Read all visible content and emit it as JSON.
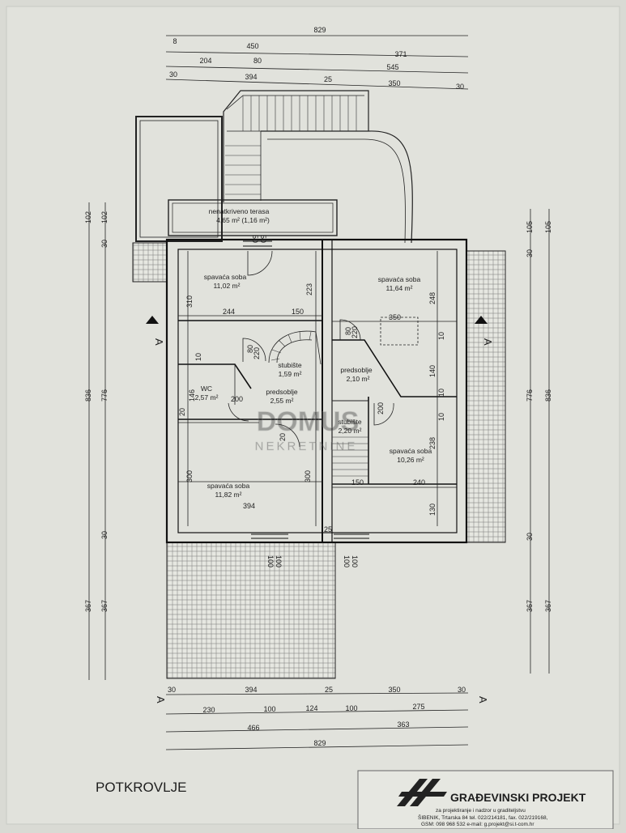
{
  "drawing": {
    "floor_name": "POTKROVLJE",
    "watermark": {
      "line1": "DOMUS",
      "line2": "NEKRETNINE"
    }
  },
  "dimensions": {
    "top": {
      "total": "829",
      "r1": [
        "8",
        "450",
        "371"
      ],
      "r2": [
        "204",
        "80",
        "545"
      ],
      "r3": [
        "30",
        "394",
        "25",
        "350",
        "30"
      ]
    },
    "bottom": {
      "r1": [
        "30",
        "394",
        "25",
        "350",
        "30"
      ],
      "r2": [
        "230",
        "100",
        "124",
        "100",
        "275"
      ],
      "r3": [
        "466",
        "363"
      ],
      "total": "829"
    },
    "left": [
      "102",
      "102",
      "30",
      "836",
      "776",
      "30",
      "367",
      "367"
    ],
    "right": [
      "105",
      "105",
      "30",
      "776",
      "836",
      "30",
      "367",
      "367"
    ],
    "inner": [
      "310",
      "244",
      "150",
      "223",
      "350",
      "248",
      "80",
      "220",
      "10",
      "80",
      "220",
      "146",
      "10",
      "140",
      "10",
      "200",
      "20",
      "200",
      "238",
      "10",
      "20",
      "150",
      "240",
      "300",
      "300",
      "394",
      "130",
      "25",
      "100",
      "100",
      "100",
      "100",
      "50",
      "50"
    ]
  },
  "rooms": [
    {
      "name": "nenatkriveno terasa",
      "area": "4,65 m² (1,16 m²)"
    },
    {
      "name": "spavaća soba",
      "area": "11,02 m²"
    },
    {
      "name": "spavaća soba",
      "area": "11,64 m²"
    },
    {
      "name": "stubište",
      "area": "1,59 m²"
    },
    {
      "name": "predsoblje",
      "area": "2,10 m²"
    },
    {
      "name": "WC",
      "area": "2,57 m²"
    },
    {
      "name": "predsoblje",
      "area": "2,55 m²"
    },
    {
      "name": "stubište",
      "area": "2,20 m²"
    },
    {
      "name": "spavaća soba",
      "area": "10,26 m²"
    },
    {
      "name": "spavaća soba",
      "area": "11,82 m²"
    }
  ],
  "section_marks": [
    "A",
    "A",
    "A",
    "A"
  ],
  "title_block": {
    "company": "GRAĐEVINSKI PROJEKT",
    "subtitle": "za projektiranje i nadzor u graditeljstvu",
    "address": "ŠIBENIK, Trtarska 84 tel. 022/214181, fax. 022/219168,",
    "contact": "GSM: 098 968 532 e-mail: g.projekt@si.t-com.hr"
  }
}
